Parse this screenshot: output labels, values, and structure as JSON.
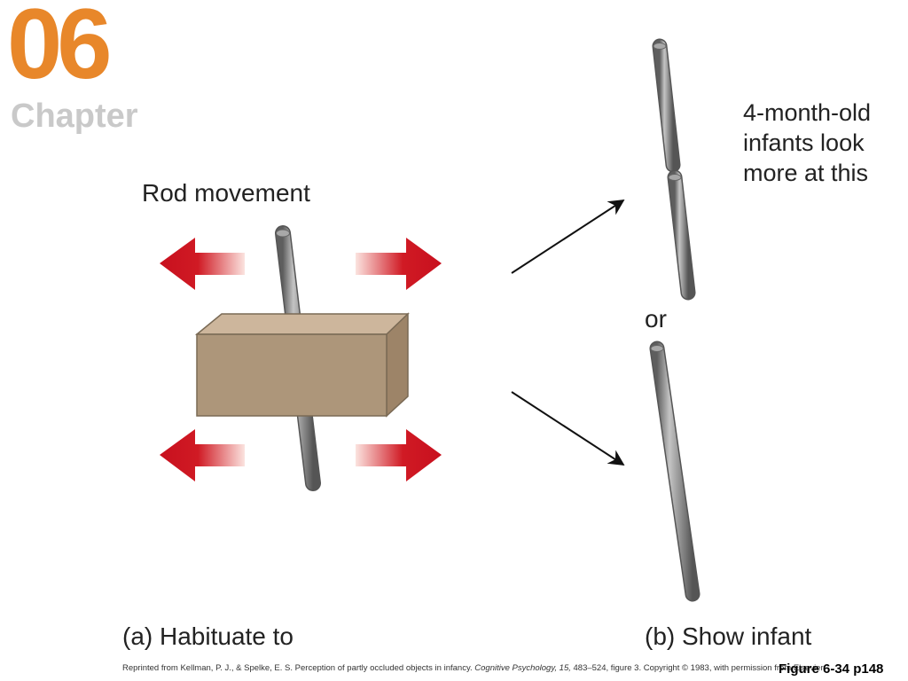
{
  "header": {
    "chapter_number": "06",
    "chapter_word": "Chapter"
  },
  "labels": {
    "rod_movement": "Rod movement",
    "outcome_lines": [
      "4-month-old",
      "infants look",
      "more at this"
    ],
    "or": "or",
    "habituate": "(a) Habituate to",
    "show_infant": "(b) Show infant"
  },
  "credit": {
    "text_before": "Reprinted from Kellman, P. J., & Spelke, E. S. Perception of partly occluded objects in infancy. ",
    "journal": "Cognitive Psychology, 15,",
    "text_after": " 483–524,  figure 3. Copyright © 1983, with permission from Elsevier."
  },
  "figure_ref": "Figure 6-34 p148",
  "colors": {
    "chapter_orange": "#e8872a",
    "chapter_gray": "#c9c9c9",
    "arrow_red": "#c8101e",
    "box_front": "#ad967a",
    "rod_gray": "#8a8a8a"
  }
}
